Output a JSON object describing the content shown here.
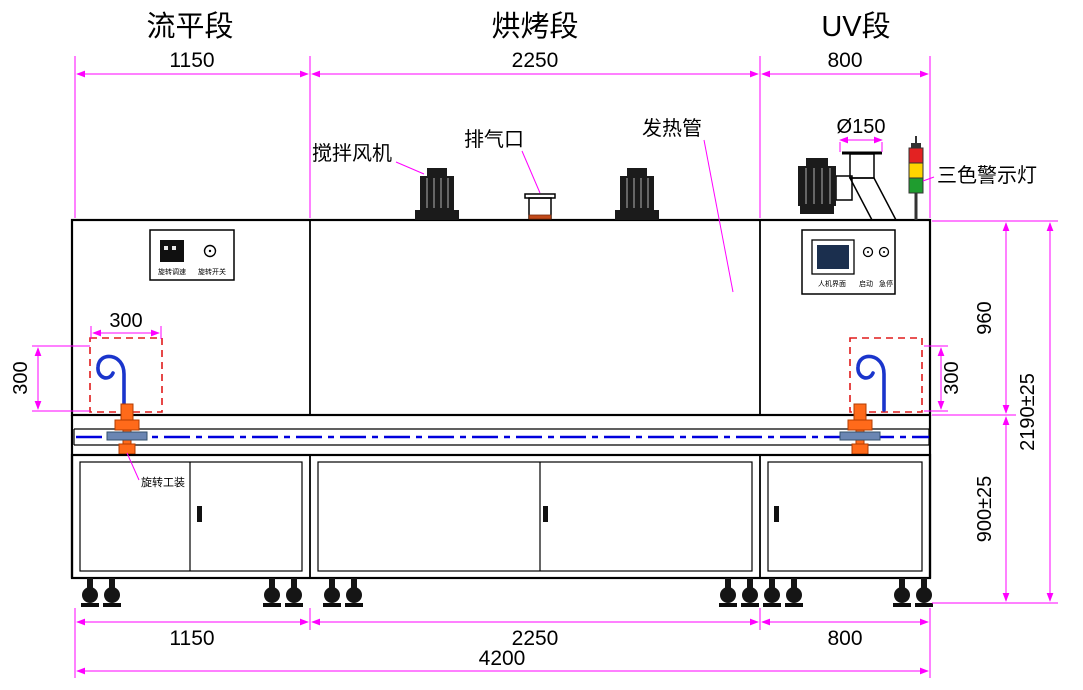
{
  "titles": {
    "leveling": "流平段",
    "baking": "烘烤段",
    "uv": "UV段"
  },
  "callouts": {
    "stir_fan": "搅拌风机",
    "exhaust": "排气口",
    "heater": "发热管",
    "tricolor": "三色警示灯",
    "rotary_fixture": "旋转工装",
    "flange_dia": "Ø150"
  },
  "dims": {
    "top_1150": "1150",
    "top_2250": "2250",
    "top_800": "800",
    "bot_1150": "1150",
    "bot_2250": "2250",
    "bot_800": "800",
    "total": "4200",
    "h_upper": "960",
    "h_lower": "900±25",
    "h_total": "2190±25",
    "hook_w": "300",
    "hook_h_left": "300",
    "hook_h_right": "300"
  },
  "panels": {
    "left": {
      "label1": "旋转调速",
      "label2": "旋转开关"
    },
    "right": {
      "label1": "人机界面",
      "label2": "启动",
      "label3": "急停"
    }
  },
  "colors": {
    "dimension": "#ff00ff",
    "centerline": "#0000dd",
    "hook": "#1a35cc",
    "fixture": "#ff6a1a",
    "dashed_box": "#e01b1b",
    "lamp_red": "#e32222",
    "lamp_yellow": "#ffd400",
    "lamp_green": "#1f9d2f"
  }
}
